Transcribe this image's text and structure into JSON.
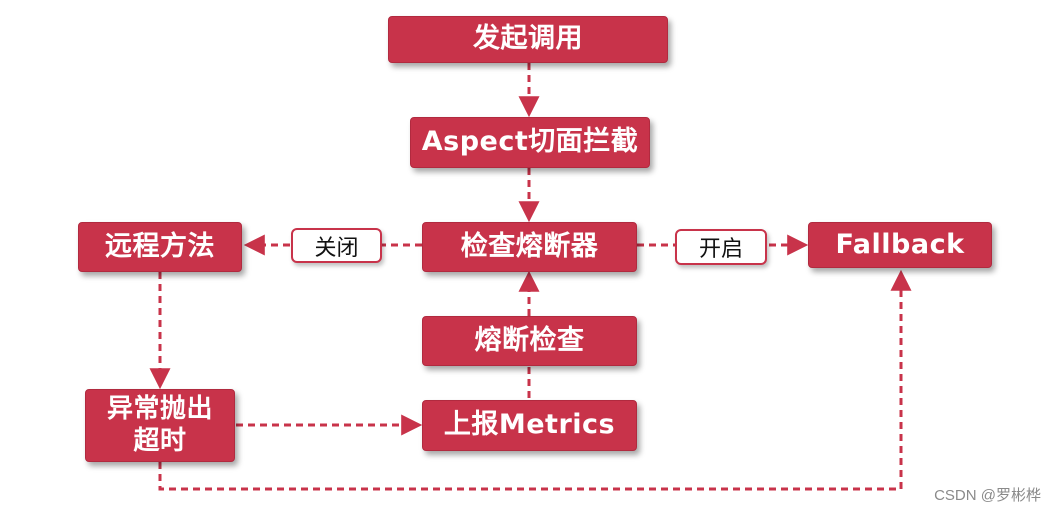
{
  "nodes": {
    "initiate_call": "发起调用",
    "aspect_intercept": "Aspect切面拦截",
    "check_breaker": "检查熔断器",
    "breaker_check": "熔断检查",
    "report_metrics": "上报Metrics",
    "remote_method": "远程方法",
    "exception_timeout_line1": "异常抛出",
    "exception_timeout_line2": "超时",
    "fallback": "Fallback"
  },
  "edge_labels": {
    "closed": "关闭",
    "open": "开启"
  },
  "watermark": "CSDN @罗彬桦",
  "colors": {
    "node_fill": "#c8334a",
    "edge": "#c8334a",
    "label_text": "#111111"
  }
}
